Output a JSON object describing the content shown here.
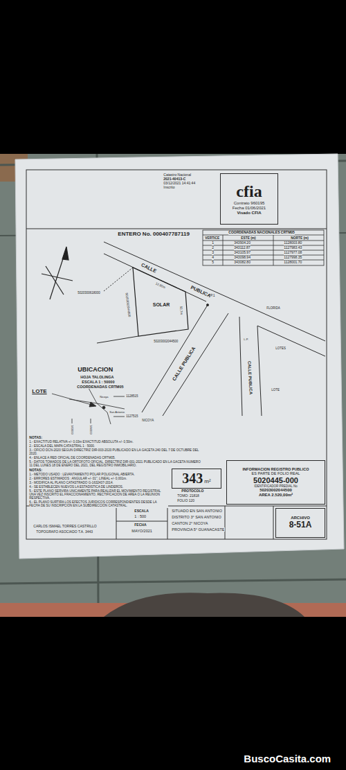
{
  "diagram": {
    "nodes": [
      {
        "text": [
          "cfia",
          "Contrato 960195",
          "Fecha 01/06/2021",
          "Visado CFIA"
        ]
      },
      {
        "text": [
          "SOLAR"
        ]
      },
      {
        "text": [
          "343",
          "m²"
        ]
      },
      {
        "text": [
          "INFORMACION REGISTRO PUBLICO",
          "ES PARTE DE FOLIO REAL",
          "5020445-000",
          "IDENTIFICADOR PREDIAL No",
          "50203002044500",
          "AREA 2.520,00m²"
        ]
      },
      {
        "text": [
          "ARCHIVO",
          "8-51A"
        ]
      }
    ],
    "labels": [
      "Catastro Nacional",
      "2021-40413-C",
      "03/12/2021 14:41:44",
      "Inscrito",
      "ENTERO No. 000407787119",
      "COORDENADAS NACIONALES CRTM05",
      "VERTICE",
      "ESTE (m)",
      "NORTE (m)",
      "1",
      "343904.20",
      "1128003.80",
      "2",
      "343112.87",
      "1127983.43",
      "3",
      "343105.97",
      "1127977.08",
      "4",
      "343098.94",
      "1127998.35",
      "5",
      "343082.80",
      "1128001.70",
      "CALLE",
      "PUBLICA",
      "12,80m",
      "52,7m",
      "5020300618000",
      "50203002044500",
      "50203002044500",
      "P.1",
      "FLORIDA",
      "LOTES",
      "CALLE PUBLICA",
      "CALLE PUBLICA",
      "LOTE",
      "NICOYA",
      "L.P.",
      "UBICACION",
      "HOJA TALOLINGA",
      "ESCALA 1 : 50000",
      "COORDENADAS CRTM05",
      "LOTE",
      "1128515",
      "Nicoya",
      "San Antonio",
      "1127515",
      "343000",
      "344000",
      "NOTAS:",
      "1.- EXACTITUD RELATIVA +/- 0,03m EXACTITUD ABSOLUTA +/- 0,50m.",
      "2.- ESCALA DEL MAPA CATASTRAL 1 : 5000.",
      "3.- OFICIO DCN-2020 SEGUN DIRECTRIZ DIR-003-2020 PUBLICADO EN LA GACETA 240 DEL 7 DE OCTUBRE DEL 2020.",
      "4.- ENLACE A RED OFICIAL DE COORDENADAS CRTM05.",
      "5.- DATOS TOMADOS DE LA ORTOFOTO OFICIAL, DIRECTRIZ DIR-001-2021 PUBLICADO EN LA GACETA NUMERO 11 DEL LUNES 18 DE ENERO DEL 2021, DEL REGISTRO INMOBILIARIO.",
      "NOTAS:",
      "1.- METODO USADO : LEVANTAMIENTO POLAR POLIGONAL ABIERTA.",
      "2.- ERRORES ESTIMADOS : ANGULAR +/- 01\", LINEAL +/- 0,001m.",
      "3.- MODIFICA AL PLANO CATASTRADO G-1632437-2014.",
      "4.- SE ESTABLECEN NUEVOS LA ESTADISTICA DE LINDEROS.",
      "5.- ESTE PLANO SERVIRA UNICAMENTE PARA REALIZAR EL MOVIMIENTO REGISTRAL UNA VEZ INSCRITO EL FRACCIONAMIENTO, RECTIFICACION DE AREA O LA REUNION RESPECTIVA.",
      "6.- EL PLANO SURTIRA LOS EFECTOS JURIDICOS CORRESPONDIENTES DESDE LA FECHA DE SU INSCRIPCION EN LA SUBDIRECCION CATASTRAL.",
      "PROTOCOLO",
      "TOMO: 21818",
      "FOLIO 120",
      "ESCALA",
      "1 : 500",
      "FECHA",
      "MAYO/2021",
      "CARLOS ISMAEL TORRES CASTRILLO",
      "TOPOGRAFO ASOCIADO T.A. 3443",
      "SITUADO EN SAN ANTONIO",
      "DISTRITO 3° SAN ANTONIO",
      "CANTON 2° NICOYA",
      "PROVINCIA 5° GUANACASTE",
      "BuscoCasita.com"
    ]
  }
}
